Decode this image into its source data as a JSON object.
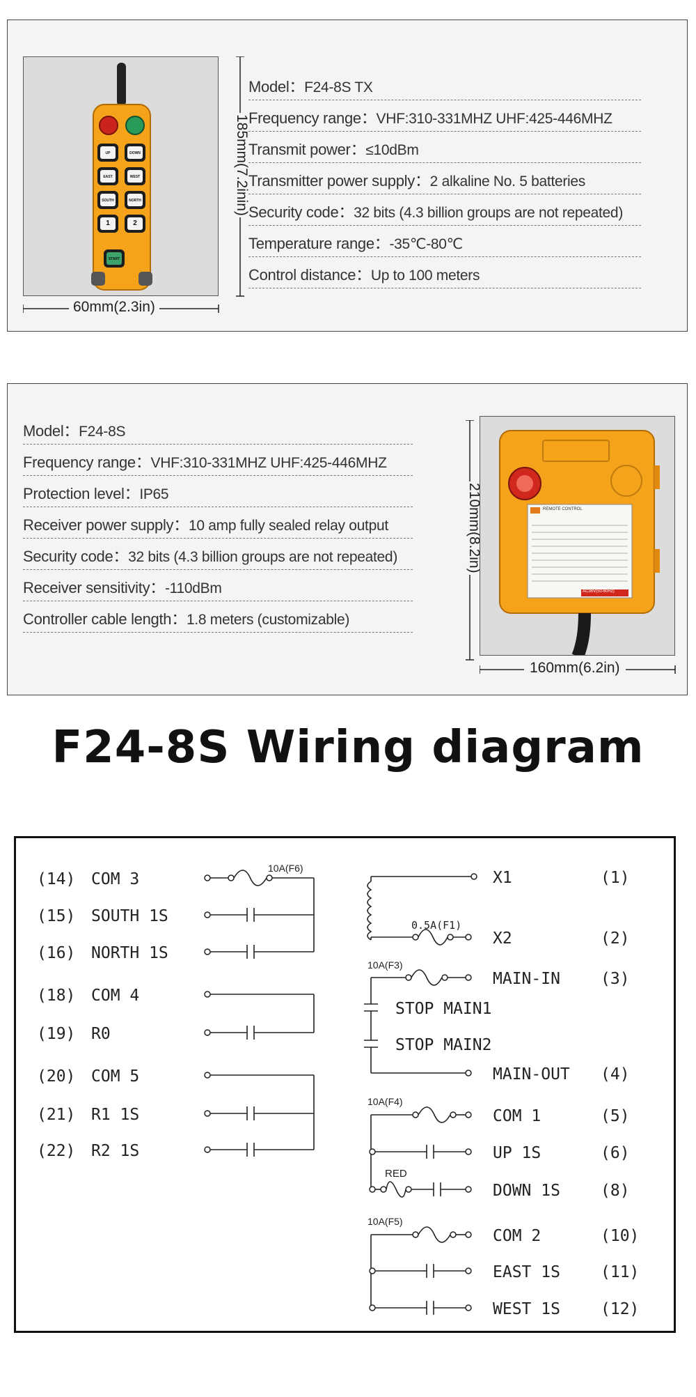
{
  "transmitter": {
    "specs": [
      {
        "label": "Model：",
        "value": "F24-8S TX"
      },
      {
        "label": "Frequency range：",
        "value": "VHF:310-331MHZ UHF:425-446MHZ"
      },
      {
        "label": "Transmit power：",
        "value": "≤10dBm"
      },
      {
        "label": "Transmitter power supply：",
        "value": "2 alkaline No. 5 batteries"
      },
      {
        "label": "Security code：",
        "value": "32 bits (4.3 billion groups are not repeated)"
      },
      {
        "label": "Temperature range：",
        "value": "-35℃-80℃"
      },
      {
        "label": "Control distance：",
        "value": "Up to 100 meters"
      }
    ],
    "height_dim": "185mm(7.2inin)",
    "width_dim": "60mm(2.3in)",
    "button_labels": [
      "UP",
      "DOWN",
      "EAST",
      "WEST",
      "SOUTH",
      "NORTH",
      "1",
      "2",
      "START"
    ]
  },
  "receiver": {
    "specs": [
      {
        "label": "Model：",
        "value": "F24-8S"
      },
      {
        "label": "Frequency range：",
        "value": "VHF:310-331MHZ UHF:425-446MHZ"
      },
      {
        "label": "Protection level：",
        "value": "IP65"
      },
      {
        "label": "Receiver power supply：",
        "value": "10 amp fully sealed relay output"
      },
      {
        "label": "Security code：",
        "value": "32 bits (4.3 billion groups are not repeated)"
      },
      {
        "label": "Receiver sensitivity：",
        "value": "-110dBm"
      },
      {
        "label": "Controller cable length：",
        "value": "1.8 meters (customizable)"
      }
    ],
    "height_dim": "210mm(8.2in)",
    "width_dim": "160mm(6.2in)",
    "label_brand": "REMOTE CONTROL",
    "label_voltage": "AC36V(50-60Hz)"
  },
  "wiring": {
    "title": "F24-8S Wiring diagram",
    "left_terminals": [
      {
        "num": "(14)",
        "name": "COM 3"
      },
      {
        "num": "(15)",
        "name": "SOUTH 1S"
      },
      {
        "num": "(16)",
        "name": "NORTH 1S"
      },
      {
        "num": "(18)",
        "name": "COM 4"
      },
      {
        "num": "(19)",
        "name": "R0"
      },
      {
        "num": "(20)",
        "name": "COM 5"
      },
      {
        "num": "(21)",
        "name": "R1 1S"
      },
      {
        "num": "(22)",
        "name": "R2 1S"
      }
    ],
    "right_terminals": [
      {
        "name": "X1",
        "num": "(1)"
      },
      {
        "name": "X2",
        "num": "(2)"
      },
      {
        "name": "MAIN-IN",
        "num": "(3)"
      },
      {
        "name": "MAIN-OUT",
        "num": "(4)"
      },
      {
        "name": "COM 1",
        "num": "(5)"
      },
      {
        "name": "UP 1S",
        "num": "(6)"
      },
      {
        "name": "DOWN 1S",
        "num": "(8)"
      },
      {
        "name": "COM 2",
        "num": "(10)"
      },
      {
        "name": "EAST 1S",
        "num": "(11)"
      },
      {
        "name": "WEST 1S",
        "num": "(12)"
      }
    ],
    "stop_labels": [
      "STOP MAIN1",
      "STOP MAIN2"
    ],
    "fuses": {
      "f6": "10A(F6)",
      "f1": "0.5A(F1)",
      "f3": "10A(F3)",
      "f4": "10A(F4)",
      "f5": "10A(F5)",
      "red": "RED"
    }
  }
}
